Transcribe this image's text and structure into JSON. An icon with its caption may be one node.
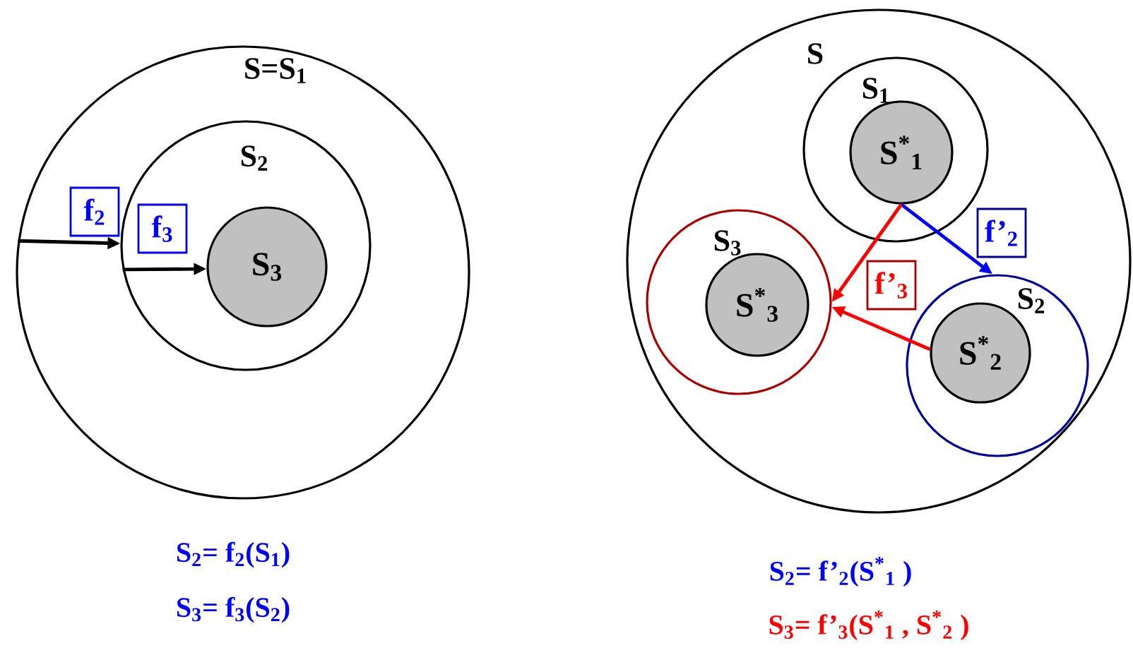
{
  "diagram": {
    "nodes": [
      {
        "text": [
          "S=S$_{1}$"
        ]
      },
      {
        "text": [
          "S$_{2}$"
        ],
        "in": 0
      },
      {
        "text": [
          "S$_{3}$"
        ],
        "in": 1
      },
      {
        "text": [
          "S"
        ]
      },
      {
        "text": [
          "S$_{1}$"
        ],
        "in": 3
      },
      {
        "text": [
          "S$^{*}$$_{1}$"
        ],
        "in": 4
      },
      {
        "text": [
          "S$_{2}$"
        ],
        "in": 3
      },
      {
        "text": [
          "S$^{*}$$_{2}$"
        ],
        "in": 6
      },
      {
        "text": [
          "S$_{3}$"
        ],
        "in": 3
      },
      {
        "text": [
          "S$^{*}$$_{3}$"
        ],
        "in": 8
      }
    ],
    "edges": [
      {
        "from": 0,
        "to": 1,
        "arrow": "to",
        "label": "f$_{2}$"
      },
      {
        "from": 1,
        "to": 2,
        "arrow": "to",
        "label": "f$_{3}$"
      },
      {
        "from": 5,
        "to": 6,
        "arrow": "to",
        "label": "f’$_{2}$",
        "color": "#0000ff"
      },
      {
        "from": 5,
        "to": 8,
        "arrow": "to",
        "color": "#ff0000"
      },
      {
        "from": 7,
        "to": 8,
        "arrow": "to",
        "label": "f’$_{3}$",
        "color": "#ff0000"
      }
    ],
    "labels": [
      "S$_{2}$= f$_{2}$(S$_{1}$)",
      "S$_{3}$= f$_{3}$(S$_{2}$)",
      "S$_{2}$= f’$_{2}$(S$^{*}$$_{1}$ )",
      "S$_{3}$= f’$_{3}$(S$^{*}$$_{1}$ , S$^{*}$$_{2}$ )"
    ]
  }
}
